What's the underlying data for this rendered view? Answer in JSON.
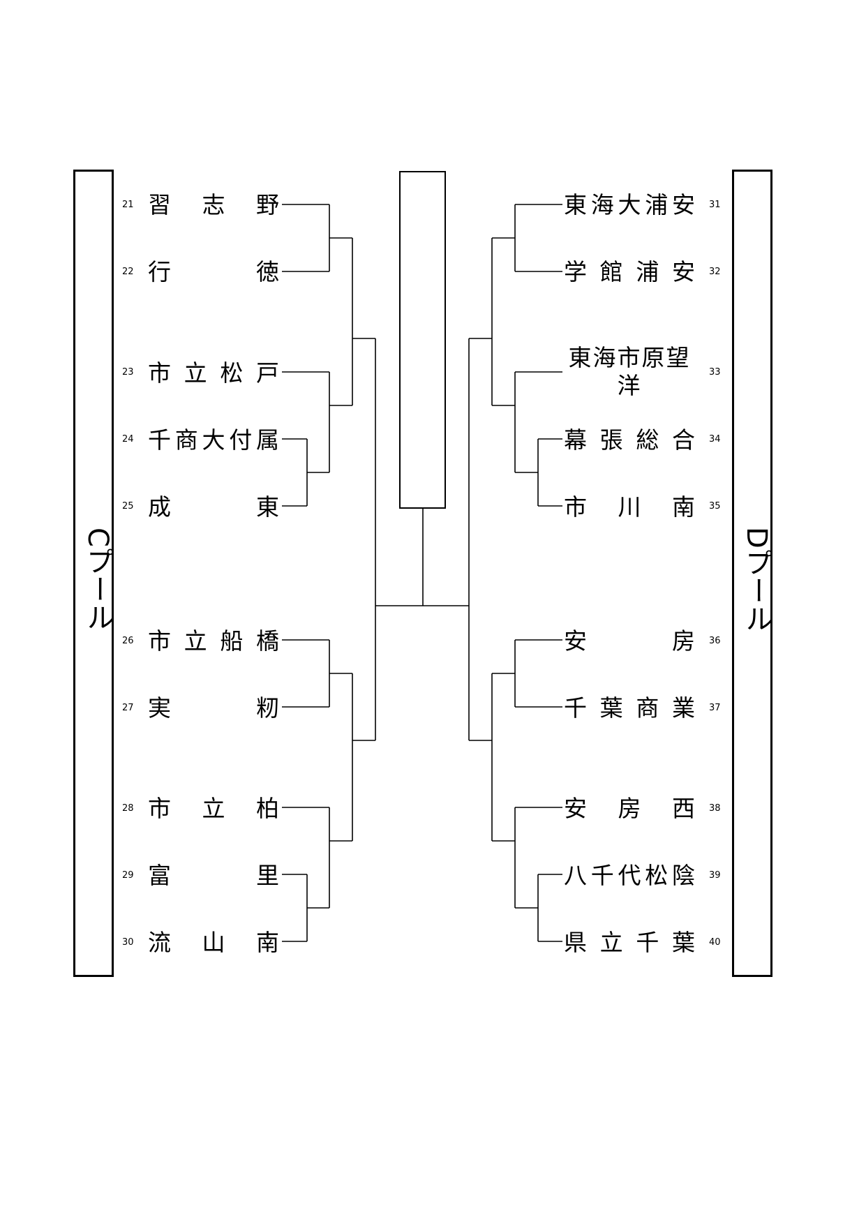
{
  "pools": {
    "left": {
      "label": "Cプール"
    },
    "right": {
      "label": "Dプール"
    }
  },
  "teams_left": [
    {
      "num": "21",
      "name": "習志野"
    },
    {
      "num": "22",
      "name": "行徳"
    },
    {
      "num": "23",
      "name": "市立松戸"
    },
    {
      "num": "24",
      "name": "千商大付属"
    },
    {
      "num": "25",
      "name": "成東"
    },
    {
      "num": "26",
      "name": "市立船橋"
    },
    {
      "num": "27",
      "name": "実籾"
    },
    {
      "num": "28",
      "name": "市立柏"
    },
    {
      "num": "29",
      "name": "富里"
    },
    {
      "num": "30",
      "name": "流山南"
    }
  ],
  "teams_right": [
    {
      "num": "31",
      "name": "東海大浦安"
    },
    {
      "num": "32",
      "name": "学館浦安"
    },
    {
      "num": "33",
      "name": "東海市原望洋"
    },
    {
      "num": "34",
      "name": "幕張総合"
    },
    {
      "num": "35",
      "name": "市川南"
    },
    {
      "num": "36",
      "name": "安房"
    },
    {
      "num": "37",
      "name": "千葉商業"
    },
    {
      "num": "38",
      "name": "安房西"
    },
    {
      "num": "39",
      "name": "八千代松陰"
    },
    {
      "num": "40",
      "name": "県立千葉"
    }
  ]
}
